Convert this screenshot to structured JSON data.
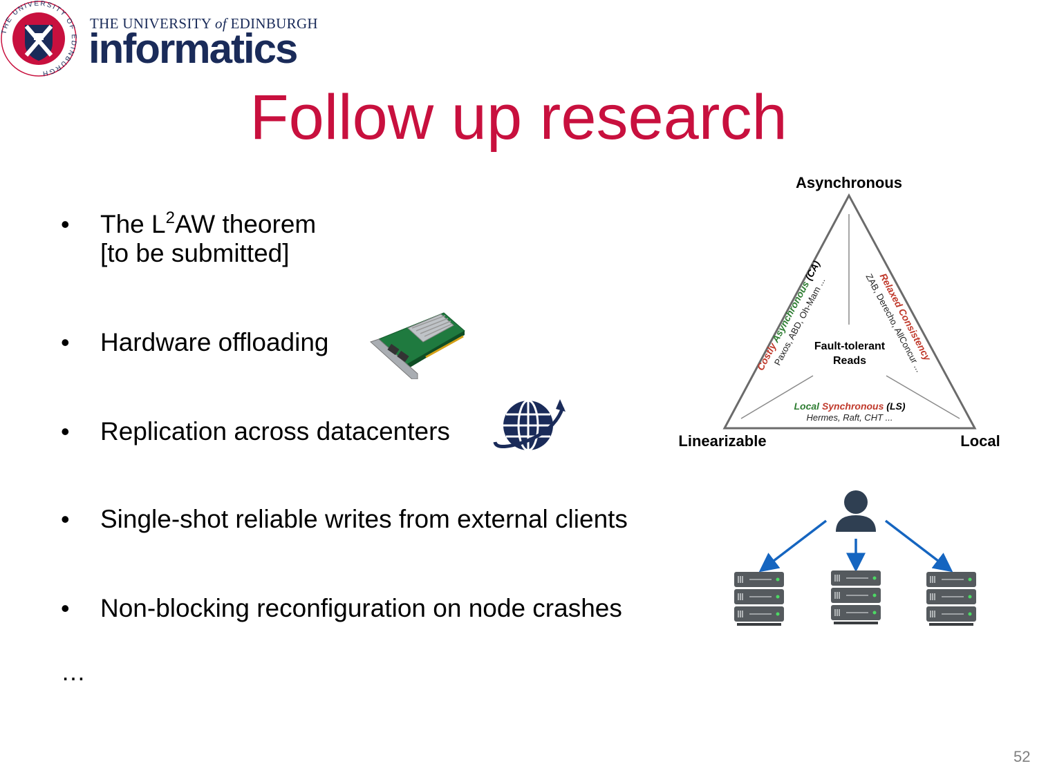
{
  "header": {
    "seal_text": "THE UNIVERSITY OF EDINBURGH",
    "university_prefix": "THE UNIVERSITY ",
    "university_of": "of",
    "university_suffix": " EDINBURGH",
    "department": "informatics"
  },
  "slide": {
    "title": "Follow up research",
    "bullet_symbol": "•",
    "bullets": [
      {
        "line1_pre": "The L",
        "line1_sup": "2",
        "line1_post": "AW theorem",
        "line2": "[to be submitted]"
      },
      {
        "text": "Hardware offloading"
      },
      {
        "text": "Replication across datacenters"
      },
      {
        "text": "Single-shot reliable writes from external clients"
      },
      {
        "text": "Non-blocking reconfiguration on node crashes"
      }
    ],
    "ellipsis": "…",
    "page_number": "52"
  },
  "triangle": {
    "corner_top": "Asynchronous",
    "corner_left": "Linearizable",
    "corner_right": "Local",
    "center_line1": "Fault-tolerant",
    "center_line2": "Reads",
    "left_edge": {
      "costly": "Costly",
      "asynchronous": "Asynchronous",
      "abbr": "(CA)",
      "examples": "Paxos, ABD, Oh-Mam ..."
    },
    "right_edge": {
      "label": "Relaxed Consistency",
      "examples": "ZAB, Derecho, AllConcur ..."
    },
    "bottom_edge": {
      "local": "Local",
      "synchronous": "Synchronous",
      "abbr": "(LS)",
      "examples": "Hermes, Raft, CHT ..."
    },
    "colors": {
      "red": "#c0392b",
      "green": "#2e7d32",
      "line": "#6b6b6b"
    }
  },
  "icons": {
    "nic": "network-card-icon",
    "globe": "globe-icon",
    "user": "user-icon",
    "server": "server-rack-icon"
  }
}
